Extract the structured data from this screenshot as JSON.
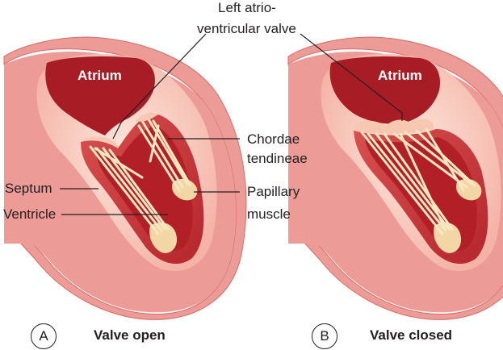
{
  "labels": {
    "valve_line1": "Left atrio-",
    "valve_line2": "ventricular valve",
    "chordae_line1": "Chordae",
    "chordae_line2": "tendineae",
    "septum": "Septum",
    "ventricle": "Ventricle",
    "papillary_line1": "Papillary",
    "papillary_line2": "muscle",
    "atrium_a": "Atrium",
    "atrium_b": "Atrium"
  },
  "panels": [
    {
      "letter": "A",
      "caption": "Valve open"
    },
    {
      "letter": "B",
      "caption": "Valve closed"
    }
  ],
  "colors": {
    "wall": "#ec9b96",
    "wall_outline": "#d56b67",
    "halo": "#fbd4c9",
    "myocardium": "#c9383c",
    "cavity": "#b21f27",
    "papillary": "#f3d6a6",
    "chordae": "#f6e7c3",
    "leader": "#231f20"
  }
}
